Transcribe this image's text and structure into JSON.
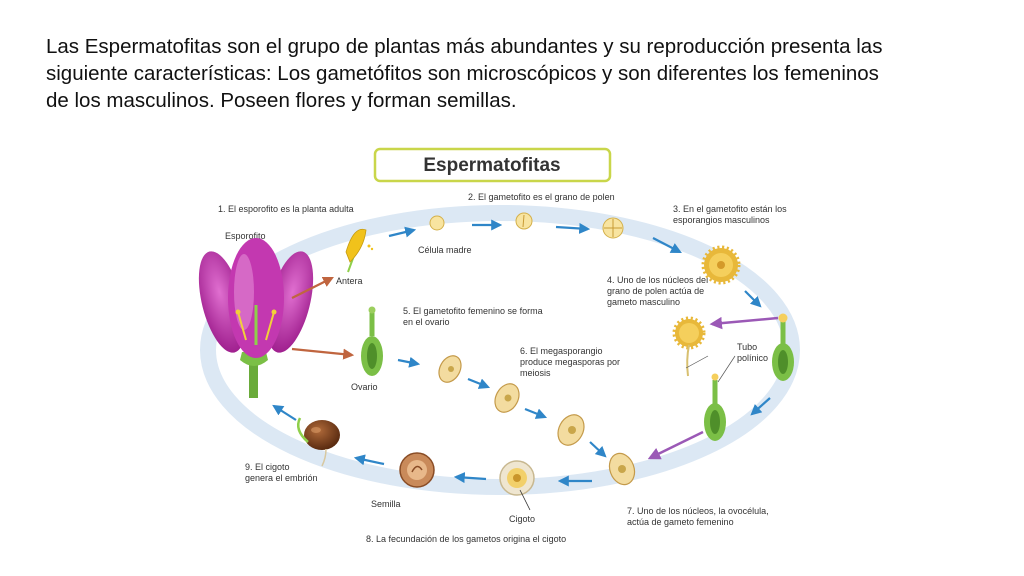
{
  "intro": {
    "lines": [
      "Las Espermatofitas son el grupo de plantas más abundantes y su reproducción presenta las",
      "siguiente características: Los gametófitos son microscópicos y son diferentes los femeninos",
      "de los masculinos. Poseen flores y forman semillas."
    ]
  },
  "diagram": {
    "title": "Espermatofitas",
    "steps": {
      "s1": "1. El esporofito es la planta adulta",
      "s2": "2. El gametofito es el grano de polen",
      "s3": [
        "3. En el gametofito están los",
        "esporangios masculinos"
      ],
      "s4": [
        "4. Uno de los núcleos del",
        "grano de polen actúa de",
        "gameto masculino"
      ],
      "s5": [
        "5. El gametofito femenino se forma",
        "en el ovario"
      ],
      "s6": [
        "6. El megasporangio",
        "produce megasporas por",
        "meiosis"
      ],
      "s7": [
        "7. Uno de los núcleos, la ovocélula,",
        "actúa de gameto femenino"
      ],
      "s8": "8. La fecundación de los gametos origina el cigoto",
      "s9": [
        "9. El cigoto",
        "genera el embrión"
      ]
    },
    "labels": {
      "esporofito": "Esporofito",
      "antera": "Antera",
      "celula_madre": "Célula madre",
      "ovario": "Ovario",
      "tubo_polinico": [
        "Tubo",
        "polínico"
      ],
      "semilla": "Semilla",
      "cigoto": "Cigoto"
    }
  }
}
